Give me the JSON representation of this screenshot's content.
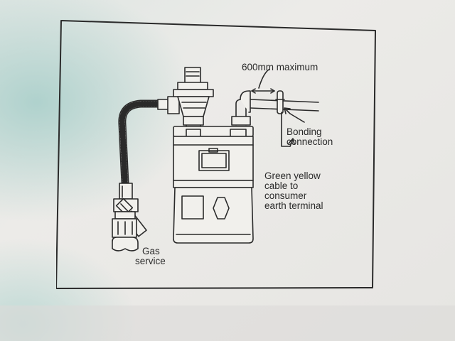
{
  "colors": {
    "paper": "#ecebe8",
    "paper_edge": "#cfd7d4",
    "teal_tint": "#bcd7d3",
    "ink": "#2a2a2a"
  },
  "labels": {
    "max_distance": "600mm maximum",
    "bonding_line1": "Bonding",
    "bonding_line2": "connection",
    "cable_line1": "Green yellow",
    "cable_line2": "cable to",
    "cable_line3": "consumer",
    "cable_line4": "earth terminal",
    "gas_line1": "Gas",
    "gas_line2": "service"
  }
}
